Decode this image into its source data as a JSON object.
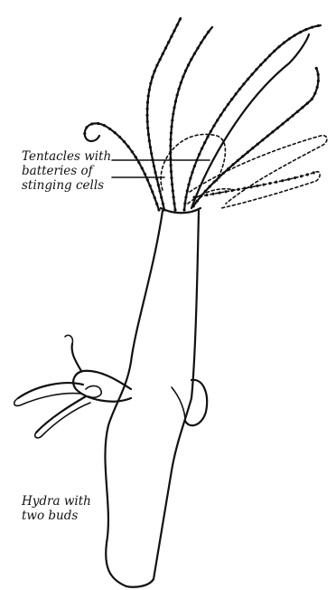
{
  "labels": {
    "tentacles": {
      "line1": "Tentacles with",
      "line2": "batteries of",
      "line3": "stinging cells"
    },
    "hydra": {
      "line1": "Hydra with",
      "line2": "two buds"
    }
  },
  "colors": {
    "ink": "#111111",
    "paper": "#ffffff"
  }
}
